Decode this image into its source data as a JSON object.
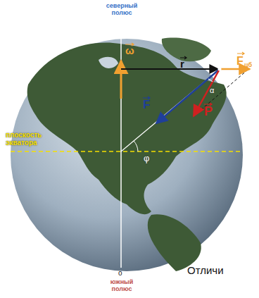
{
  "diagram": {
    "labels": [
      "северный полюс",
      "ω",
      "F",
      "цб",
      "r",
      "F",
      "α",
      "P",
      "плоскость экватора",
      "φ",
      "o",
      "южный полюс",
      "Отличи"
    ]
  }
}
